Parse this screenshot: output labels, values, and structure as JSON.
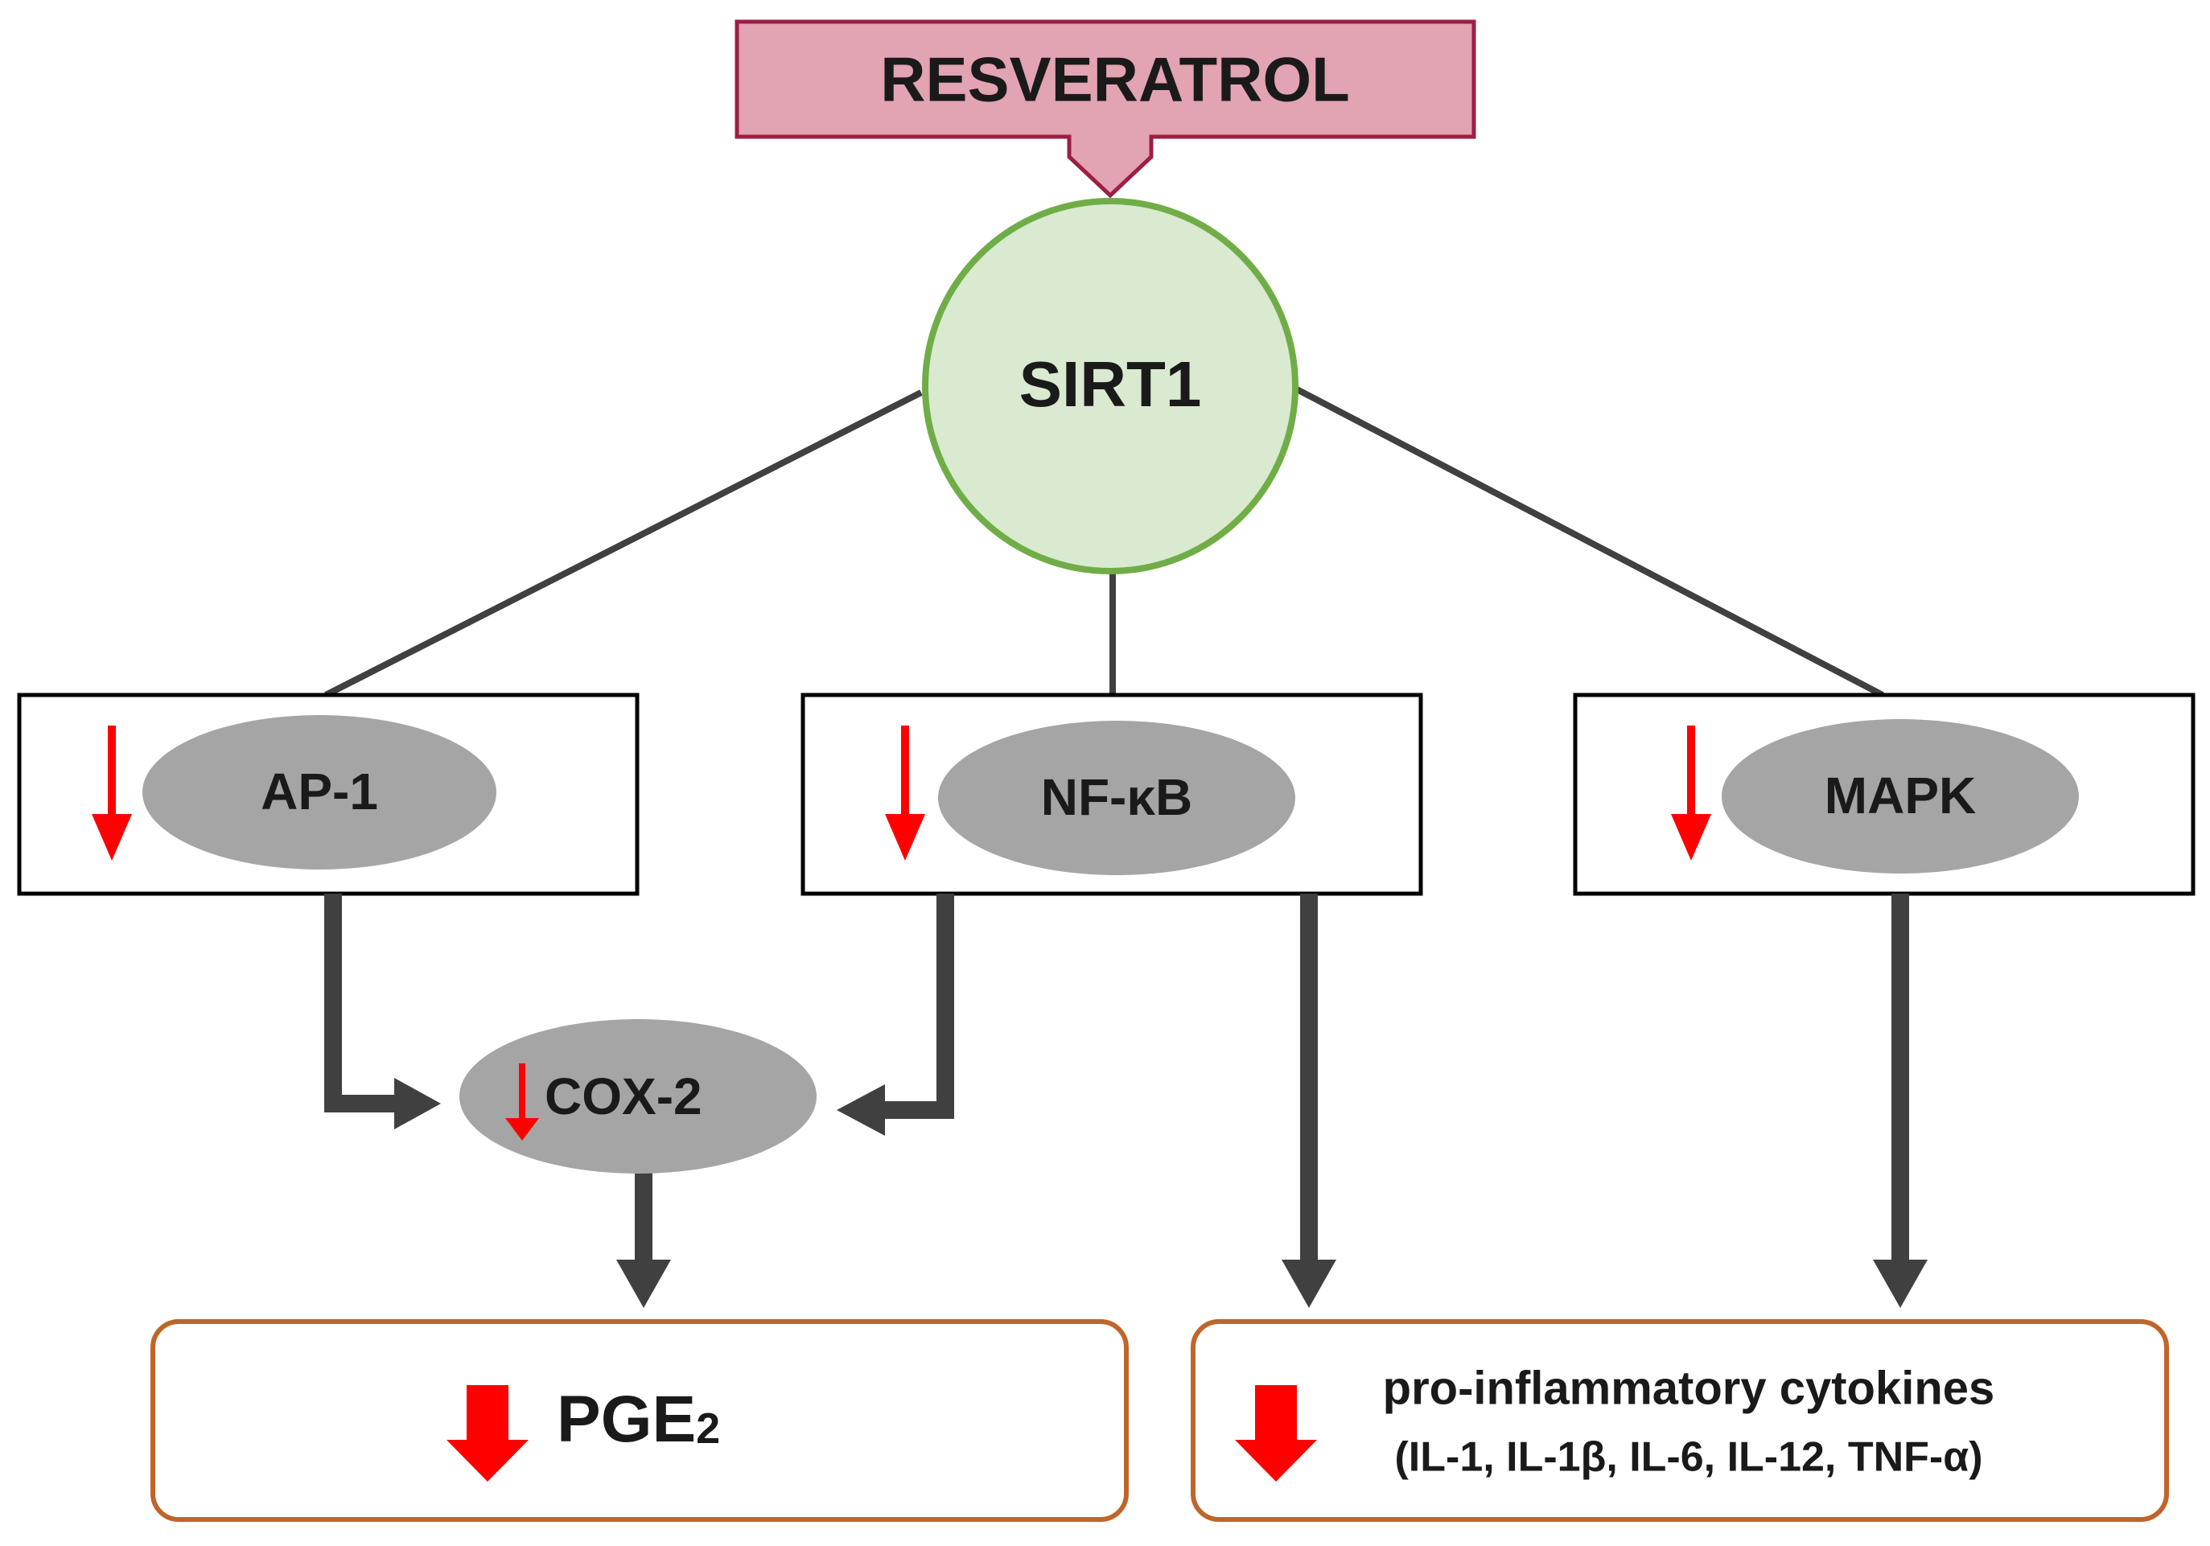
{
  "colors": {
    "compound_fill": "#e2a3b3",
    "compound_stroke": "#9c1e45",
    "sirt1_fill": "#d9ead0",
    "sirt1_stroke": "#70ad47",
    "ellipse_fill": "#a5a5a5",
    "connector": "#404040",
    "decrease_arrow": "#ff0000",
    "outcome_stroke": "#c0652a"
  },
  "nodes": {
    "resveratrol": "RESVERATROL",
    "sirt1": "SIRT1",
    "ap1": "AP-1",
    "nfkb": "NF-κB",
    "mapk": "MAPK",
    "cox2": "COX-2"
  },
  "outcomes": {
    "pge2": {
      "base": "PGE",
      "subscript": "2"
    },
    "cytokines": {
      "title": "pro-inflammatory cytokines",
      "list": "(IL-1, IL-1β, IL-6, IL-12, TNF-α)"
    }
  },
  "icons": {
    "decrease": "down-arrow-icon",
    "input": "block-down-arrow-icon"
  }
}
